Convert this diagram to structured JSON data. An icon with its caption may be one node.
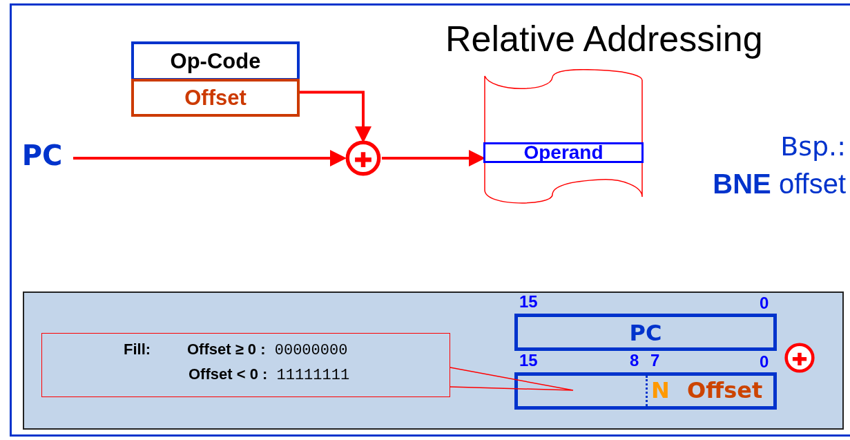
{
  "diagram": {
    "title": "Relative Addressing",
    "nodes": [
      {
        "text": [
          "Op-Code"
        ]
      },
      {
        "text": [
          "Offset"
        ]
      },
      {
        "text": [
          "PC"
        ]
      },
      {
        "text": [],
        "shape": "circle"
      },
      {
        "text": [],
        "shape": "scroll"
      },
      {
        "text": [
          "Operand"
        ],
        "in": 4
      },
      {
        "text": [],
        "shape": "box"
      },
      {
        "text": [
          "Fill:",
          "**Offset ≥ 0 :** 00000000",
          "**Offset < 0 :** 11111111"
        ],
        "in": 6
      },
      {
        "text": [
          "PC"
        ],
        "in": 6
      },
      {
        "text": [
          "N",
          "Offset"
        ],
        "in": 6
      },
      {
        "text": [],
        "shape": "circle",
        "in": 6
      }
    ],
    "edges": [
      {
        "from": 1,
        "to": 3,
        "arrow": "to"
      },
      {
        "from": 2,
        "to": 3,
        "arrow": "to"
      },
      {
        "from": 3,
        "to": 5,
        "arrow": "to"
      },
      {
        "from": 7,
        "to": null,
        "arrow": "none"
      }
    ],
    "labels": [
      "Bsp.:",
      "**BNE** offset",
      "15",
      "0",
      "15",
      "8",
      "7",
      "0"
    ]
  }
}
